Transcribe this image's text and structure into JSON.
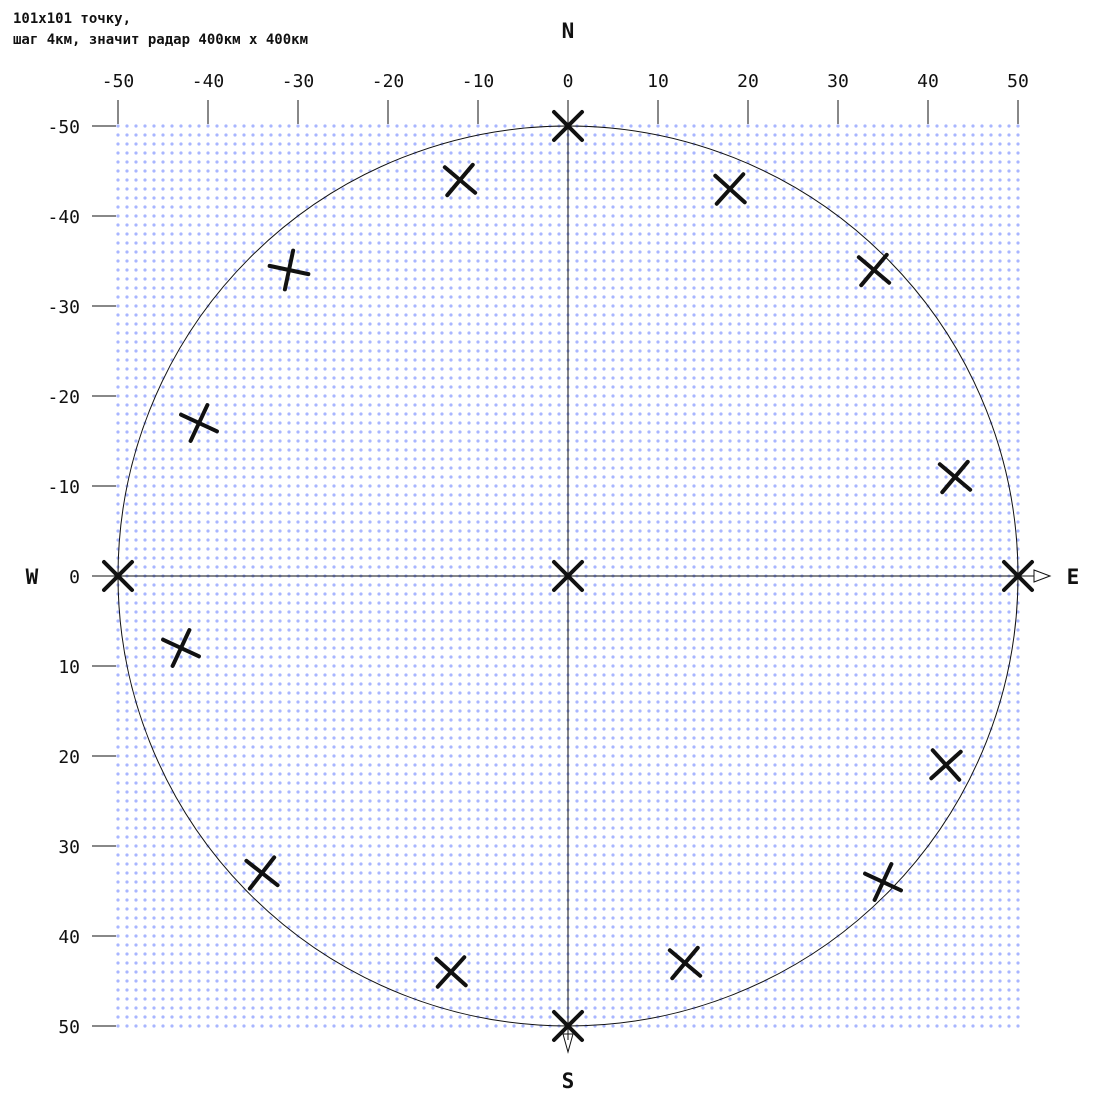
{
  "note": {
    "line1": "101x101 точку,",
    "line2": "шаг 4км, значит радар 400км x 400км"
  },
  "compass": {
    "north": "N",
    "south": "S",
    "west": "W",
    "east": "E"
  },
  "axes": {
    "x_ticks": [
      -50,
      -40,
      -30,
      -20,
      -10,
      0,
      10,
      20,
      30,
      40,
      50
    ],
    "y_ticks": [
      -50,
      -40,
      -30,
      -20,
      -10,
      0,
      10,
      20,
      30,
      40,
      50
    ],
    "x_range": [
      -50,
      50
    ],
    "y_range": [
      -50,
      50
    ],
    "y_direction": "down",
    "x_label_position": "top",
    "y_label_position": "left"
  },
  "grid": {
    "points_per_side": 101,
    "step": 1,
    "dot_color": "#a9b6ff"
  },
  "circle": {
    "center": [
      0,
      0
    ],
    "radius": 50,
    "color": "#111111"
  },
  "markers": [
    {
      "x": 0,
      "y": -50,
      "angle": 45
    },
    {
      "x": -12,
      "y": -44,
      "angle": 40
    },
    {
      "x": 18,
      "y": -43,
      "angle": 42
    },
    {
      "x": -31,
      "y": -34,
      "angle": 12
    },
    {
      "x": 34,
      "y": -34,
      "angle": 40
    },
    {
      "x": -41,
      "y": -17,
      "angle": 25
    },
    {
      "x": 43,
      "y": -11,
      "angle": 40
    },
    {
      "x": -50,
      "y": 0,
      "angle": 45
    },
    {
      "x": 0,
      "y": 0,
      "angle": 45
    },
    {
      "x": 50,
      "y": 0,
      "angle": 45
    },
    {
      "x": -43,
      "y": 8,
      "angle": 25
    },
    {
      "x": 42,
      "y": 21,
      "angle": 48
    },
    {
      "x": -34,
      "y": 33,
      "angle": 38
    },
    {
      "x": 35,
      "y": 34,
      "angle": 25
    },
    {
      "x": -13,
      "y": 44,
      "angle": 42
    },
    {
      "x": 13,
      "y": 43,
      "angle": 40
    },
    {
      "x": 0,
      "y": 50,
      "angle": 45
    }
  ],
  "colors": {
    "axis": "#111111",
    "marker": "#111111",
    "dots": "#a9b6ff"
  }
}
